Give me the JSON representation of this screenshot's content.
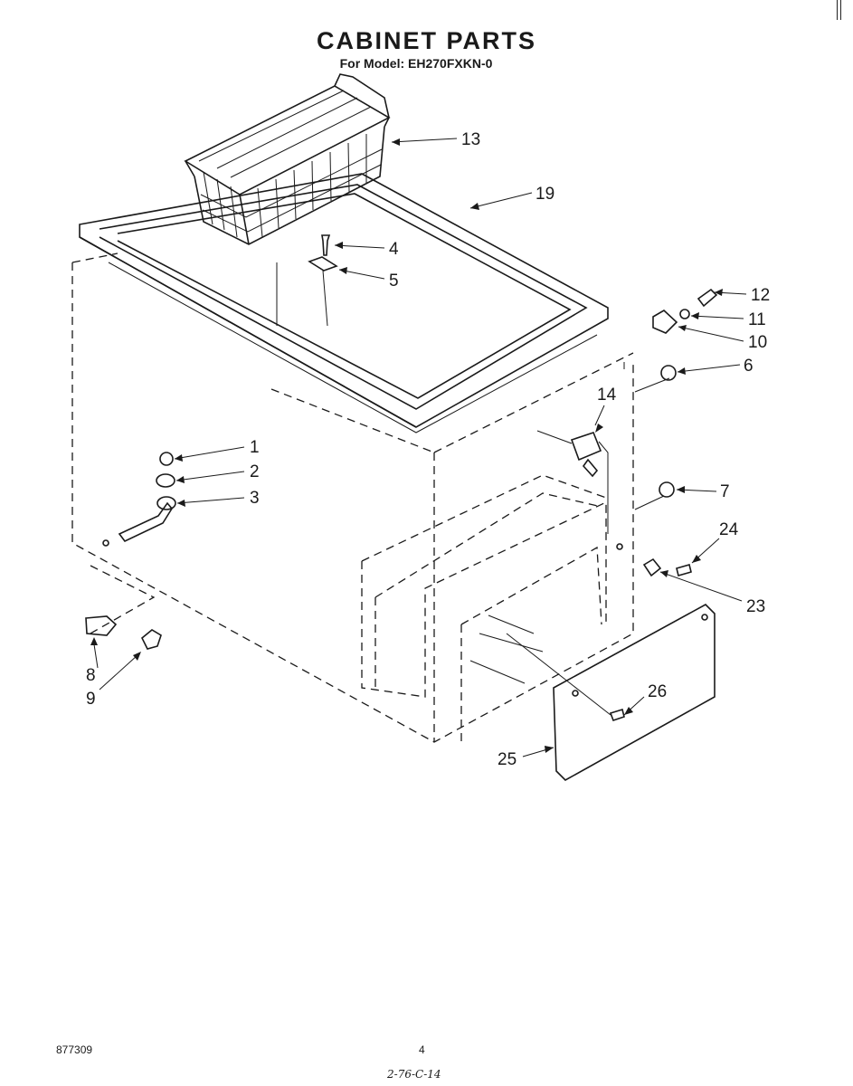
{
  "header": {
    "title": "CABINET PARTS",
    "subtitle": "For Model: EH270FXKN-0"
  },
  "callouts": {
    "c1": "1",
    "c2": "2",
    "c3": "3",
    "c4": "4",
    "c5": "5",
    "c6": "6",
    "c7": "7",
    "c8": "8",
    "c9": "9",
    "c10": "10",
    "c11": "11",
    "c12": "12",
    "c13": "13",
    "c14": "14",
    "c19": "19",
    "c23": "23",
    "c24": "24",
    "c25": "25",
    "c26": "26"
  },
  "footer": {
    "doc_number": "877309",
    "page_number": "4",
    "handwritten_note": "2-76-C-14"
  }
}
